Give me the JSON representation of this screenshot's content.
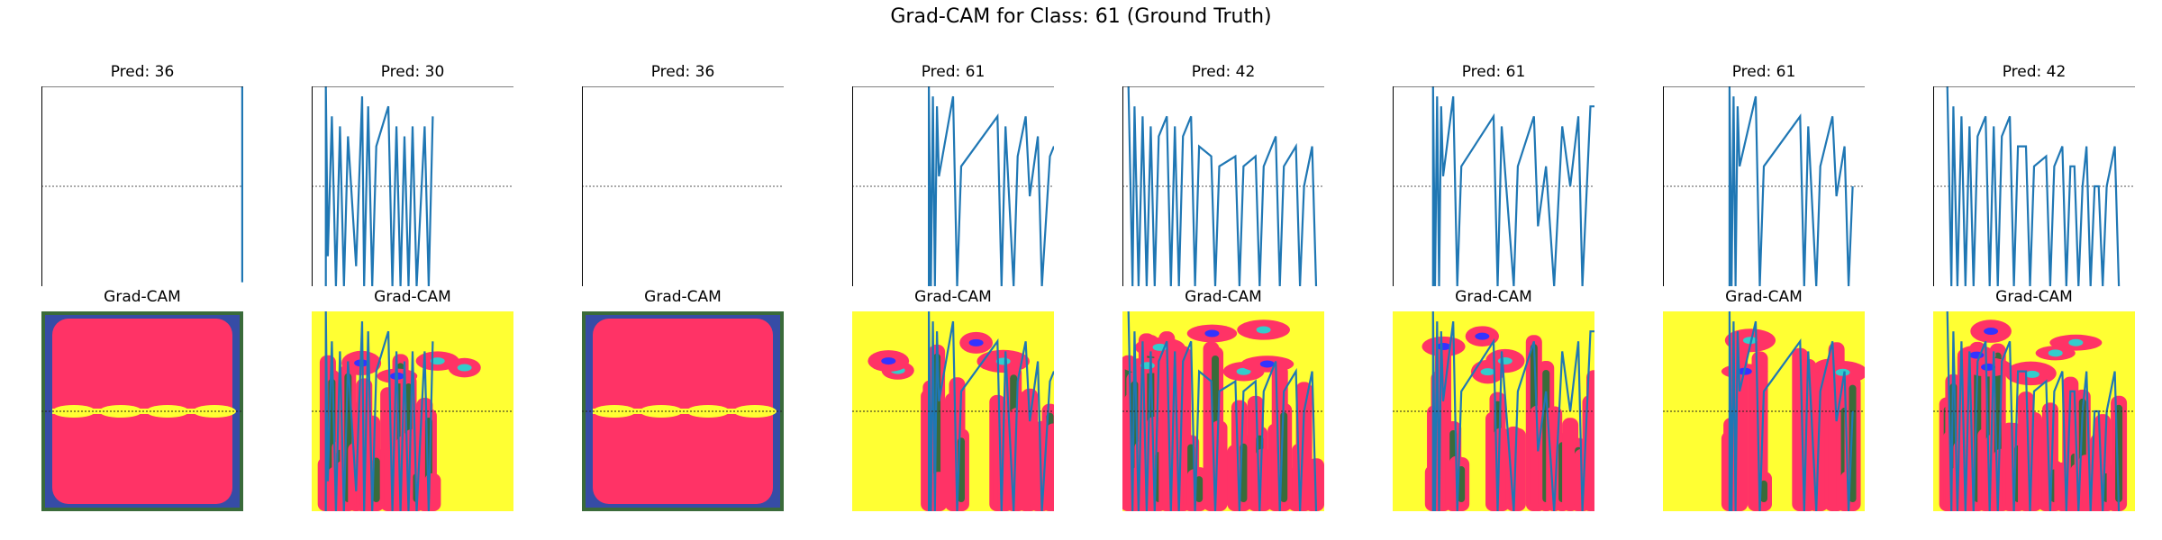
{
  "figure": {
    "title": "Grad-CAM for Class: 61 (Ground Truth)"
  },
  "colors": {
    "signal": "#1f77b4",
    "baseline": "#555555",
    "heat_low": "#ffff33",
    "heat_mid": "#ff3366",
    "heat_dark": "#3a6b3a",
    "heat_cool": "#3333ff",
    "heat_teal": "#33cccc"
  },
  "chart_data": [
    {
      "type": "line",
      "title": "Pred: 36",
      "xlabel": "",
      "ylabel": "",
      "grid": false,
      "series": [
        {
          "values": [
            [
              0.995,
              0.02
            ],
            [
              0.995,
              1.0
            ],
            [
              0.995,
              0.6
            ],
            [
              1.0,
              0.6
            ]
          ]
        }
      ],
      "gradcam": {
        "title": "Grad-CAM",
        "pattern": "uniform"
      }
    },
    {
      "type": "line",
      "title": "Pred: 30",
      "xlabel": "",
      "ylabel": "",
      "grid": false,
      "series": [
        {
          "values": [
            [
              0.07,
              0.0
            ],
            [
              0.07,
              1.0
            ],
            [
              0.08,
              0.15
            ],
            [
              0.1,
              0.85
            ],
            [
              0.12,
              0.0
            ],
            [
              0.14,
              0.8
            ],
            [
              0.16,
              0.0
            ],
            [
              0.18,
              0.75
            ],
            [
              0.22,
              0.1
            ],
            [
              0.25,
              0.95
            ],
            [
              0.26,
              0.0
            ],
            [
              0.28,
              0.9
            ],
            [
              0.3,
              0.0
            ],
            [
              0.32,
              0.7
            ],
            [
              0.38,
              0.9
            ],
            [
              0.4,
              0.0
            ],
            [
              0.42,
              0.8
            ],
            [
              0.44,
              0.0
            ],
            [
              0.46,
              0.75
            ],
            [
              0.48,
              0.0
            ],
            [
              0.5,
              0.8
            ],
            [
              0.52,
              0.0
            ],
            [
              0.56,
              0.8
            ],
            [
              0.58,
              0.0
            ],
            [
              0.6,
              0.85
            ]
          ]
        }
      ],
      "gradcam": {
        "title": "Grad-CAM",
        "pattern": "sparse"
      }
    },
    {
      "type": "line",
      "title": "Pred: 36",
      "xlabel": "",
      "ylabel": "",
      "grid": false,
      "series": [
        {
          "values": []
        }
      ],
      "gradcam": {
        "title": "Grad-CAM",
        "pattern": "uniform"
      }
    },
    {
      "type": "line",
      "title": "Pred: 61",
      "xlabel": "",
      "ylabel": "",
      "grid": false,
      "series": [
        {
          "values": [
            [
              0.38,
              0.0
            ],
            [
              0.38,
              1.0
            ],
            [
              0.39,
              0.0
            ],
            [
              0.4,
              0.95
            ],
            [
              0.41,
              0.0
            ],
            [
              0.42,
              0.9
            ],
            [
              0.43,
              0.55
            ],
            [
              0.5,
              0.95
            ],
            [
              0.52,
              0.0
            ],
            [
              0.54,
              0.6
            ],
            [
              0.72,
              0.85
            ],
            [
              0.74,
              0.0
            ],
            [
              0.76,
              0.8
            ],
            [
              0.8,
              0.0
            ],
            [
              0.82,
              0.65
            ],
            [
              0.86,
              0.85
            ],
            [
              0.88,
              0.45
            ],
            [
              0.92,
              0.75
            ],
            [
              0.94,
              0.0
            ],
            [
              0.98,
              0.65
            ],
            [
              1.0,
              0.7
            ]
          ]
        }
      ],
      "gradcam": {
        "title": "Grad-CAM",
        "pattern": "sparse"
      }
    },
    {
      "type": "line",
      "title": "Pred: 42",
      "xlabel": "",
      "ylabel": "",
      "grid": false,
      "series": [
        {
          "values": [
            [
              0.03,
              1.0
            ],
            [
              0.05,
              0.0
            ],
            [
              0.06,
              0.9
            ],
            [
              0.08,
              0.0
            ],
            [
              0.1,
              0.85
            ],
            [
              0.12,
              0.0
            ],
            [
              0.14,
              0.8
            ],
            [
              0.16,
              0.0
            ],
            [
              0.18,
              0.75
            ],
            [
              0.22,
              0.85
            ],
            [
              0.24,
              0.0
            ],
            [
              0.26,
              0.8
            ],
            [
              0.28,
              0.0
            ],
            [
              0.3,
              0.75
            ],
            [
              0.34,
              0.85
            ],
            [
              0.36,
              0.0
            ],
            [
              0.38,
              0.7
            ],
            [
              0.44,
              0.65
            ],
            [
              0.46,
              0.0
            ],
            [
              0.48,
              0.6
            ],
            [
              0.56,
              0.65
            ],
            [
              0.58,
              0.0
            ],
            [
              0.6,
              0.6
            ],
            [
              0.66,
              0.65
            ],
            [
              0.68,
              0.0
            ],
            [
              0.7,
              0.6
            ],
            [
              0.76,
              0.75
            ],
            [
              0.78,
              0.0
            ],
            [
              0.8,
              0.6
            ],
            [
              0.86,
              0.7
            ],
            [
              0.88,
              0.0
            ],
            [
              0.9,
              0.5
            ],
            [
              0.94,
              0.7
            ],
            [
              0.96,
              0.0
            ]
          ]
        }
      ],
      "gradcam": {
        "title": "Grad-CAM",
        "pattern": "band-top"
      }
    },
    {
      "type": "line",
      "title": "Pred: 61",
      "xlabel": "",
      "ylabel": "",
      "grid": false,
      "series": [
        {
          "values": [
            [
              0.2,
              0.0
            ],
            [
              0.2,
              1.0
            ],
            [
              0.21,
              0.0
            ],
            [
              0.22,
              0.95
            ],
            [
              0.23,
              0.0
            ],
            [
              0.24,
              0.9
            ],
            [
              0.25,
              0.55
            ],
            [
              0.3,
              0.95
            ],
            [
              0.32,
              0.0
            ],
            [
              0.34,
              0.6
            ],
            [
              0.5,
              0.85
            ],
            [
              0.52,
              0.0
            ],
            [
              0.54,
              0.8
            ],
            [
              0.6,
              0.0
            ],
            [
              0.62,
              0.6
            ],
            [
              0.7,
              0.85
            ],
            [
              0.72,
              0.3
            ],
            [
              0.76,
              0.6
            ],
            [
              0.8,
              0.0
            ],
            [
              0.84,
              0.8
            ],
            [
              0.88,
              0.5
            ],
            [
              0.92,
              0.85
            ],
            [
              0.94,
              0.0
            ],
            [
              0.98,
              0.9
            ],
            [
              1.0,
              0.9
            ]
          ]
        }
      ],
      "gradcam": {
        "title": "Grad-CAM",
        "pattern": "sparse"
      }
    },
    {
      "type": "line",
      "title": "Pred: 61",
      "xlabel": "",
      "ylabel": "",
      "grid": false,
      "series": [
        {
          "values": [
            [
              0.33,
              0.0
            ],
            [
              0.33,
              1.0
            ],
            [
              0.34,
              0.0
            ],
            [
              0.35,
              0.95
            ],
            [
              0.36,
              0.0
            ],
            [
              0.37,
              0.9
            ],
            [
              0.38,
              0.6
            ],
            [
              0.46,
              0.95
            ],
            [
              0.48,
              0.0
            ],
            [
              0.5,
              0.6
            ],
            [
              0.68,
              0.85
            ],
            [
              0.7,
              0.0
            ],
            [
              0.72,
              0.8
            ],
            [
              0.76,
              0.0
            ],
            [
              0.78,
              0.6
            ],
            [
              0.84,
              0.85
            ],
            [
              0.86,
              0.45
            ],
            [
              0.9,
              0.7
            ],
            [
              0.92,
              0.0
            ],
            [
              0.94,
              0.5
            ]
          ]
        }
      ],
      "gradcam": {
        "title": "Grad-CAM",
        "pattern": "sparse"
      }
    },
    {
      "type": "line",
      "title": "Pred: 42",
      "xlabel": "",
      "ylabel": "",
      "grid": false,
      "series": [
        {
          "values": [
            [
              0.07,
              1.0
            ],
            [
              0.09,
              0.0
            ],
            [
              0.1,
              0.9
            ],
            [
              0.12,
              0.0
            ],
            [
              0.14,
              0.85
            ],
            [
              0.16,
              0.0
            ],
            [
              0.18,
              0.8
            ],
            [
              0.2,
              0.0
            ],
            [
              0.22,
              0.75
            ],
            [
              0.26,
              0.85
            ],
            [
              0.28,
              0.0
            ],
            [
              0.3,
              0.8
            ],
            [
              0.32,
              0.0
            ],
            [
              0.34,
              0.75
            ],
            [
              0.38,
              0.85
            ],
            [
              0.4,
              0.0
            ],
            [
              0.42,
              0.7
            ],
            [
              0.46,
              0.7
            ],
            [
              0.48,
              0.0
            ],
            [
              0.5,
              0.6
            ],
            [
              0.56,
              0.65
            ],
            [
              0.58,
              0.0
            ],
            [
              0.6,
              0.6
            ],
            [
              0.64,
              0.7
            ],
            [
              0.66,
              0.0
            ],
            [
              0.68,
              0.6
            ],
            [
              0.7,
              0.6
            ],
            [
              0.72,
              0.0
            ],
            [
              0.74,
              0.5
            ],
            [
              0.76,
              0.7
            ],
            [
              0.78,
              0.0
            ],
            [
              0.8,
              0.5
            ],
            [
              0.82,
              0.5
            ],
            [
              0.84,
              0.0
            ],
            [
              0.86,
              0.5
            ],
            [
              0.9,
              0.7
            ],
            [
              0.92,
              0.0
            ]
          ]
        }
      ],
      "gradcam": {
        "title": "Grad-CAM",
        "pattern": "band-top"
      }
    }
  ]
}
